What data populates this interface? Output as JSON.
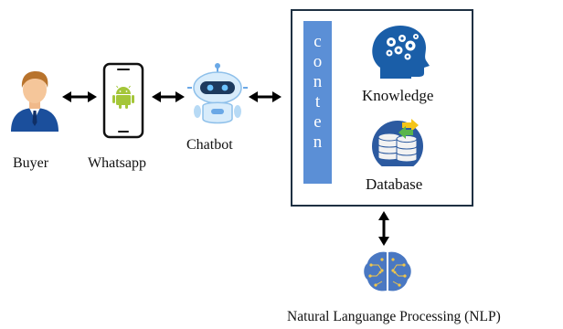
{
  "nodes": {
    "buyer": {
      "label": "Buyer",
      "icon": "buyer-person-icon"
    },
    "whatsapp": {
      "label": "Whatsapp",
      "icon": "smartphone-android-icon"
    },
    "chatbot": {
      "label": "Chatbot",
      "icon": "robot-icon"
    },
    "knowledge": {
      "label": "Knowledge",
      "icon": "head-gears-icon"
    },
    "database": {
      "label": "Database",
      "icon": "database-icon"
    },
    "nlp": {
      "label": "Natural Languange Processing (NLP)",
      "icon": "brain-circuit-icon"
    }
  },
  "context_bar": {
    "letters": [
      "c",
      "o",
      "n",
      "t",
      "e",
      "n"
    ]
  },
  "colors": {
    "arrow": "#000000",
    "box_border": "#1e3042",
    "context_bar": "#5b8fd6",
    "android_green": "#a4c639",
    "head_blue": "#1a5ea8",
    "db_circle": "#2c5aa0"
  }
}
